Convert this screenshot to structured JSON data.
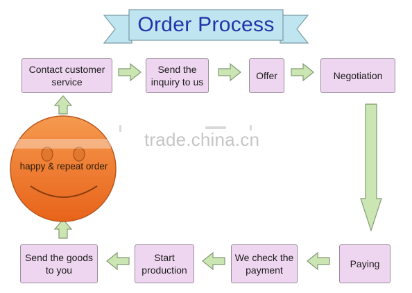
{
  "title": "Order Process",
  "watermark": "trade.china.cn",
  "center_label": "happy & repeat order",
  "steps": [
    {
      "label": "Contact customer\nservice"
    },
    {
      "label": "Send the\ninquiry to us"
    },
    {
      "label": "Offer"
    },
    {
      "label": "Negotiation"
    },
    {
      "label": "Paying"
    },
    {
      "label": "We check the\npayment"
    },
    {
      "label": "Start\nproduction"
    },
    {
      "label": "Send the goods\nto you"
    }
  ],
  "colors": {
    "box_fill": "#efd6f0",
    "arrow_fill": "#cce6b3",
    "banner_fill": "#bfe6f0",
    "face_fill": "#ee7a2b",
    "title_color": "#2233aa"
  }
}
